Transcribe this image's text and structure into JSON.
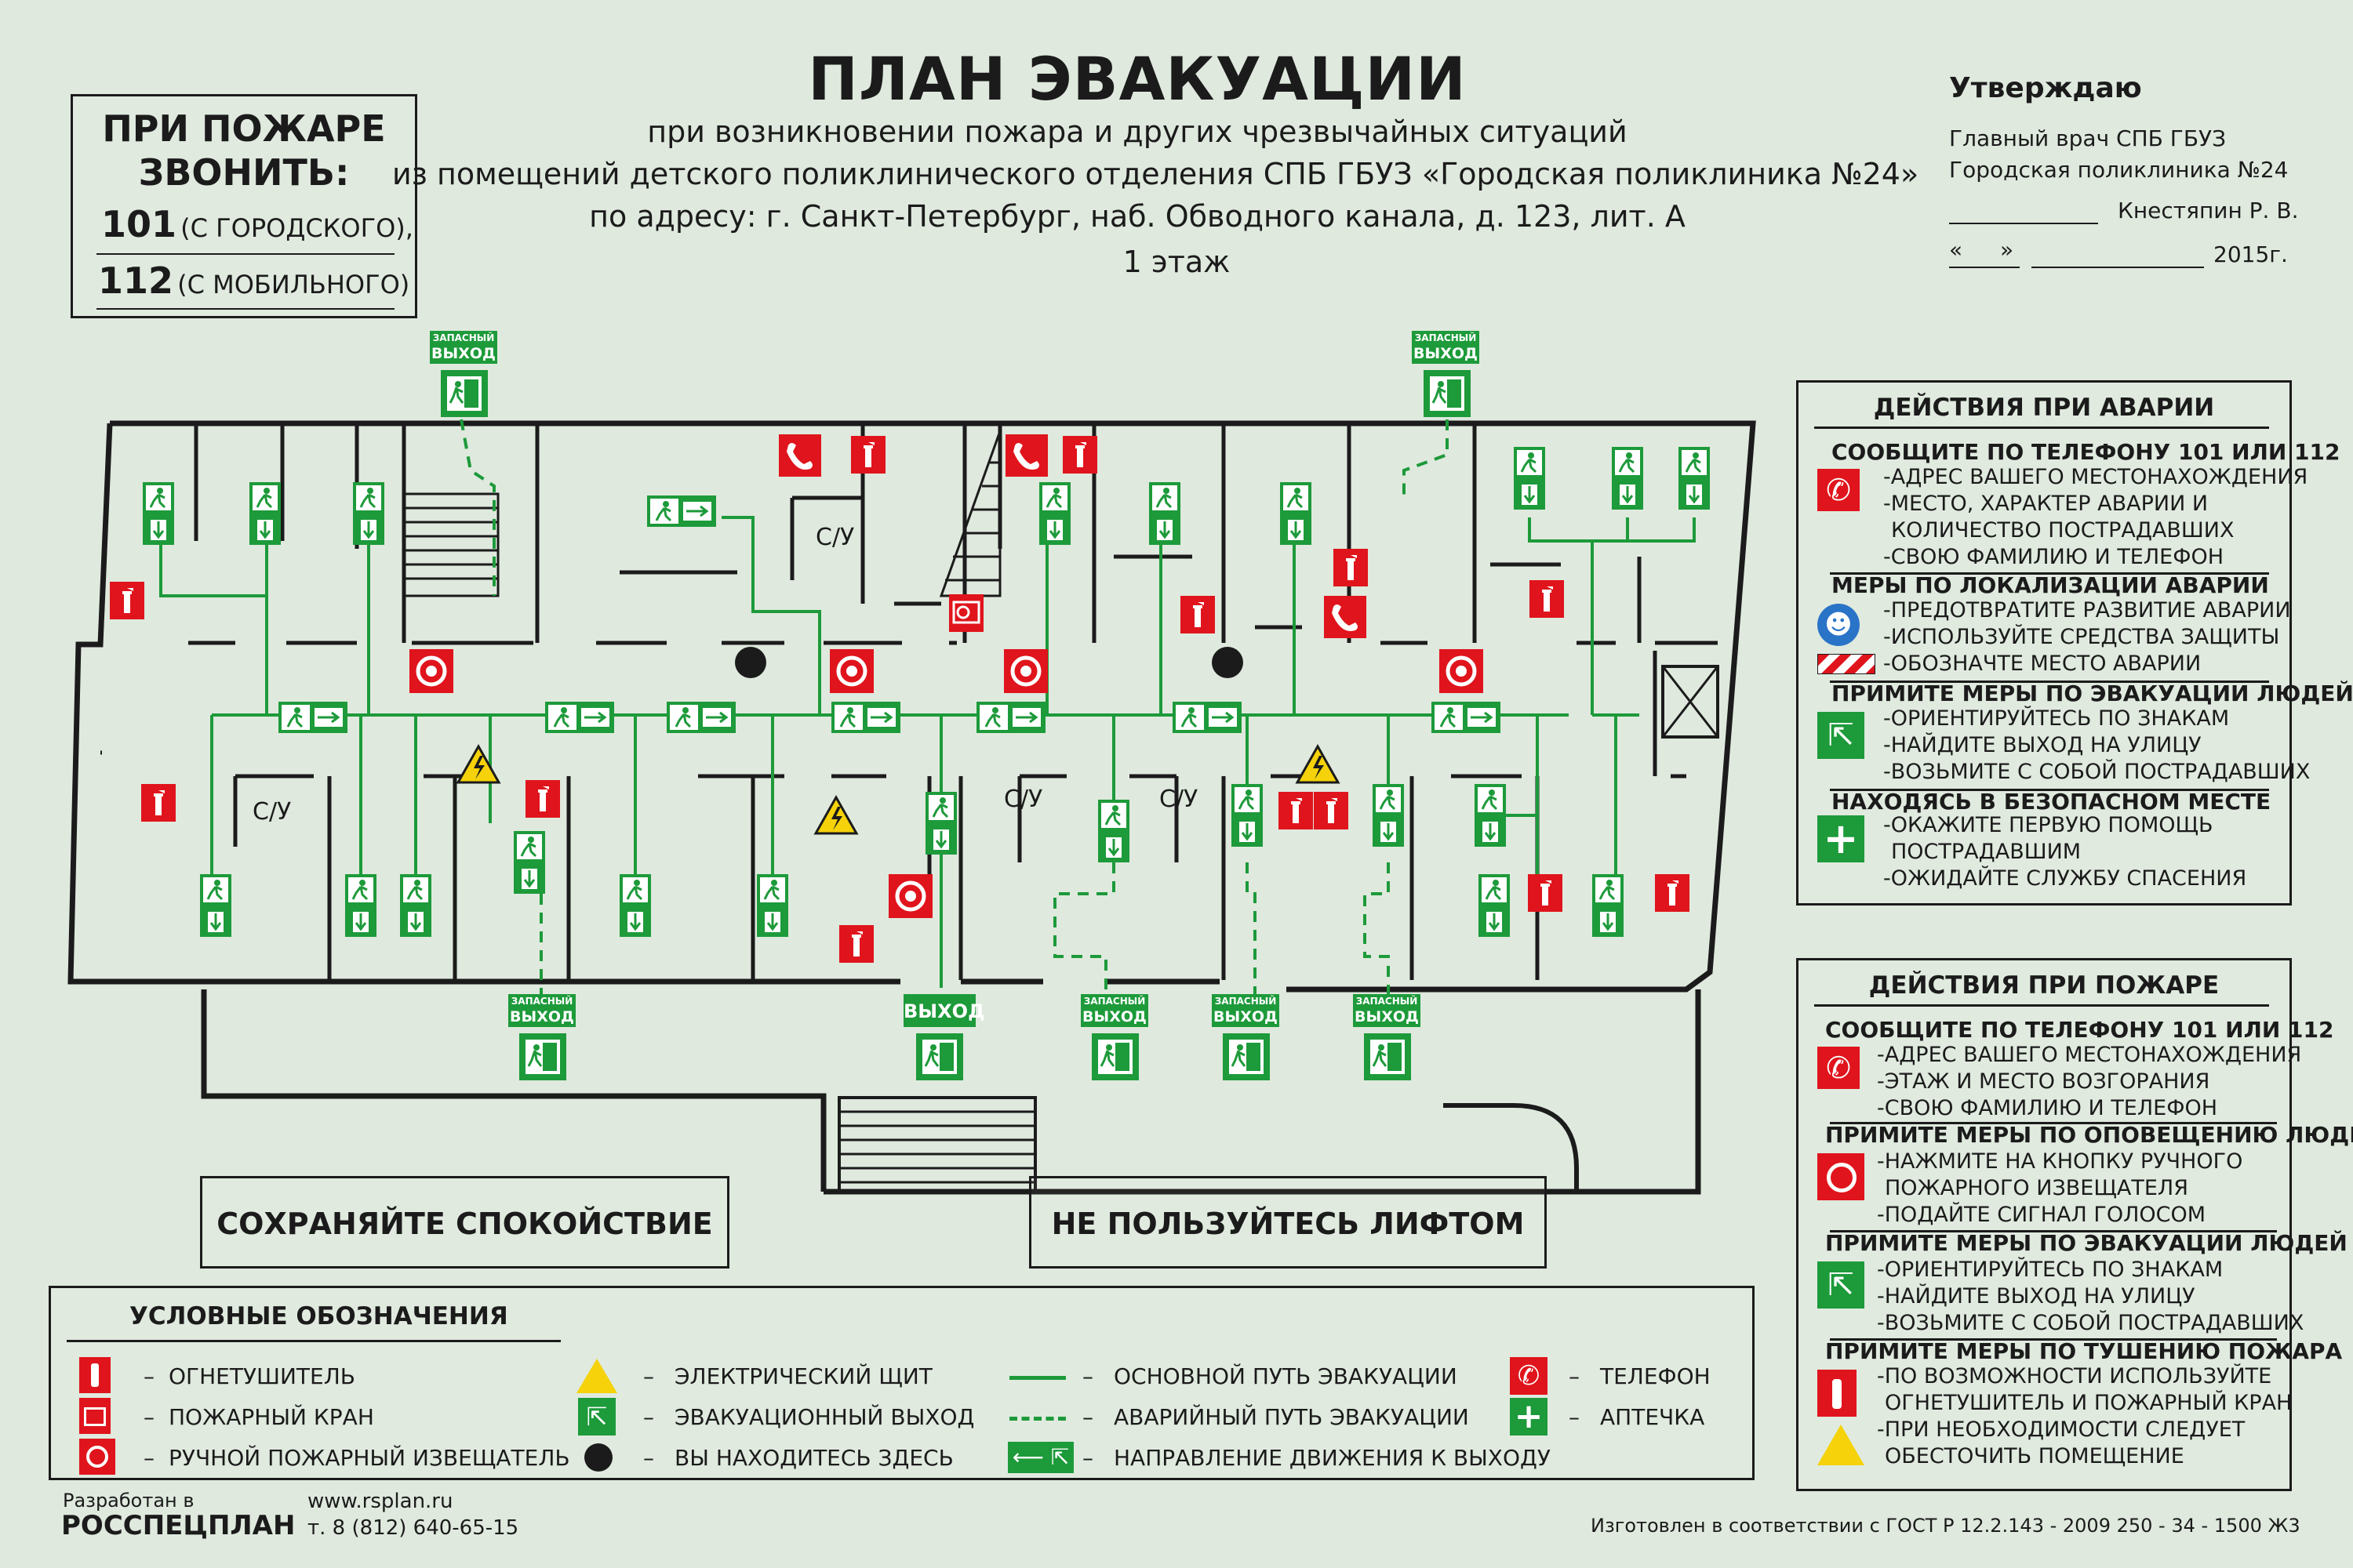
{
  "fire_call": {
    "line1": "ПРИ ПОЖАРЕ",
    "line2": "ЗВОНИТЬ:",
    "num1": "101",
    "sub1": "(С ГОРОДСКОГО),",
    "num2": "112",
    "sub2": "(С МОБИЛЬНОГО)"
  },
  "title": {
    "main": "ПЛАН ЭВАКУАЦИИ",
    "line1": "при возникновении пожара и других чрезвычайных ситуаций",
    "line2": "из помещений детского поликлинического отделения СПБ ГБУЗ «Городская поликлиника №24»",
    "line3": "по адресу: г. Санкт-Петербург, наб. Обводного канала, д. 123, лит. А",
    "floor": "1 этаж"
  },
  "approval": {
    "head": "Утверждаю",
    "l1": "Главный врач СПБ ГБУЗ",
    "l2": "Городская поликлиника №24",
    "name": "Кнестяпин Р. В.",
    "q1": "«",
    "q2": "»",
    "year": "2015г."
  },
  "plan": {
    "exit_spare": "ЗАПАСНЫЙ",
    "exit_word": "ВЫХОД",
    "exit_main": "ВЫХОД",
    "wc": "С/У"
  },
  "accident": {
    "title": "ДЕЙСТВИЯ ПРИ АВАРИИ",
    "h1": "СООБЩИТЕ ПО ТЕЛЕФОНУ  101 ИЛИ 112",
    "i1": [
      "-АДРЕС ВАШЕГО МЕСТОНАХОЖДЕНИЯ",
      "-МЕСТО, ХАРАКТЕР АВАРИИ И",
      "КОЛИЧЕСТВО ПОСТРАДАВШИХ",
      "-СВОЮ ФАМИЛИЮ И  ТЕЛЕФОН"
    ],
    "h2": "МЕРЫ ПО ЛОКАЛИЗАЦИИ АВАРИИ",
    "i2": [
      "-ПРЕДОТВРАТИТЕ РАЗВИТИЕ АВАРИИ",
      "-ИСПОЛЬЗУЙТЕ СРЕДСТВА ЗАЩИТЫ",
      "-ОБОЗНАЧТЕ МЕСТО АВАРИИ"
    ],
    "h3": "ПРИМИТЕ МЕРЫ ПО ЭВАКУАЦИИ ЛЮДЕЙ",
    "i3": [
      "-ОРИЕНТИРУЙТЕСЬ ПО ЗНАКАМ",
      "-НАЙДИТЕ ВЫХОД НА УЛИЦУ",
      "-ВОЗЬМИТЕ С СОБОЙ ПОСТРАДАВШИХ"
    ],
    "h4": "НАХОДЯСЬ В БЕЗОПАСНОМ МЕСТЕ",
    "i4": [
      "-ОКАЖИТЕ ПЕРВУЮ ПОМОЩЬ",
      "ПОСТРАДАВШИМ",
      "-ОЖИДАЙТЕ СЛУЖБУ СПАСЕНИЯ"
    ]
  },
  "fire": {
    "title": "ДЕЙСТВИЯ ПРИ ПОЖАРЕ",
    "h1": "СООБЩИТЕ ПО ТЕЛЕФОНУ  101 ИЛИ 112",
    "i1": [
      "-АДРЕС ВАШЕГО МЕСТОНАХОЖДЕНИЯ",
      "-ЭТАЖ И МЕСТО ВОЗГОРАНИЯ",
      "-СВОЮ ФАМИЛИЮ И  ТЕЛЕФОН"
    ],
    "h2": "ПРИМИТЕ МЕРЫ ПО ОПОВЕЩЕНИЮ ЛЮДЕЙ",
    "i2": [
      "-НАЖМИТЕ НА КНОПКУ РУЧНОГО",
      "ПОЖАРНОГО ИЗВЕЩАТЕЛЯ",
      "-ПОДАЙТЕ СИГНАЛ ГОЛОСОМ"
    ],
    "h3": "ПРИМИТЕ МЕРЫ ПО ЭВАКУАЦИИ ЛЮДЕЙ",
    "i3": [
      "-ОРИЕНТИРУЙТЕСЬ ПО ЗНАКАМ",
      "-НАЙДИТЕ ВЫХОД НА УЛИЦУ",
      "-ВОЗЬМИТЕ С СОБОЙ ПОСТРАДАВШИХ"
    ],
    "h4": "ПРИМИТЕ МЕРЫ ПО ТУШЕНИЮ ПОЖАРА",
    "i4": [
      "-ПО ВОЗМОЖНОСТИ ИСПОЛЬЗУЙТЕ",
      "ОГНЕТУШИТЕЛЬ И ПОЖАРНЫЙ КРАН",
      "-ПРИ НЕОБХОДИМОСТИ СЛЕДУЕТ",
      "ОБЕСТОЧИТЬ ПОМЕЩЕНИЕ"
    ]
  },
  "notices": {
    "calm": "СОХРАНЯЙТЕ  СПОКОЙСТВИЕ",
    "no_lift": "НЕ ПОЛЬЗУЙТЕСЬ ЛИФТОМ"
  },
  "legend": {
    "title": "УСЛОВНЫЕ ОБОЗНАЧЕНИЯ",
    "dash": "–",
    "items": [
      "ОГНЕТУШИТЕЛЬ",
      "ПОЖАРНЫЙ КРАН",
      "РУЧНОЙ ПОЖАРНЫЙ ИЗВЕЩАТЕЛЬ",
      "ЭЛЕКТРИЧЕСКИЙ ЩИТ",
      "ЭВАКУАЦИОННЫЙ ВЫХОД",
      "ВЫ НАХОДИТЕСЬ ЗДЕСЬ",
      "ОСНОВНОЙ ПУТЬ ЭВАКУАЦИИ",
      "АВАРИЙНЫЙ ПУТЬ ЭВАКУАЦИИ",
      "НАПРАВЛЕНИЕ ДВИЖЕНИЯ К ВЫХОДУ",
      "ТЕЛЕФОН",
      "АПТЕЧКА"
    ]
  },
  "footer": {
    "dev1": "Разработан в",
    "dev2": "РОССПЕЦПЛАН",
    "url": "www.rsplan.ru",
    "phone": "т. 8 (812) 640-65-15",
    "gost": "Изготовлен в соответствии с ГОСТ Р 12.2.143 - 2009 250 - 34 - 1500 Ж3"
  },
  "colors": {
    "bg": "#dfe9de",
    "green": "#1d9a3a",
    "red": "#e0141c",
    "wall": "#1b1b1b",
    "warn": "#f5d20a"
  }
}
